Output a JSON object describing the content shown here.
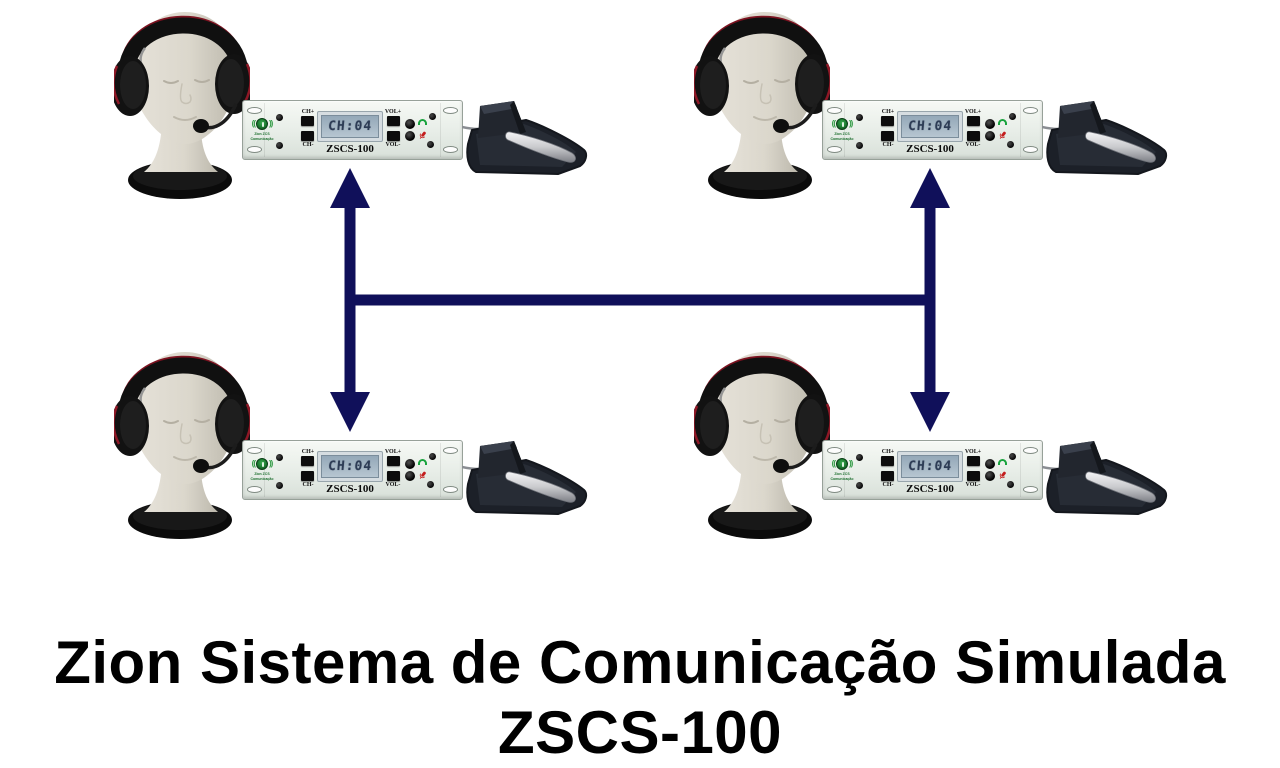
{
  "title": {
    "line1": "Zion Sistema de Comunicação Simulada",
    "line2": "ZSCS-100"
  },
  "device": {
    "model_label": "ZSCS-100",
    "display_value": "CH:04",
    "ch_up_label": "CH+",
    "ch_down_label": "CH-",
    "vol_up_label": "VOL+",
    "vol_down_label": "VOL-",
    "logo_line1": "Zion ZCS",
    "logo_line2": "Comunicação"
  },
  "stations": [
    {
      "id": "station-top-left"
    },
    {
      "id": "station-top-right"
    },
    {
      "id": "station-bottom-left"
    },
    {
      "id": "station-bottom-right"
    }
  ],
  "connections": {
    "description": "bus topology: horizontal bus with double-headed arrows to each pair of stations",
    "arrow_count": 2
  },
  "icons": {
    "headphone_jack_icon": "green headphone arc",
    "mic_jack_icon": "red microphone capsule",
    "logo_icon": "green circle with sound waves"
  },
  "colors": {
    "arrow": "#10105a",
    "panel": "#eaefe9",
    "lcd_bg": "#a9bcc9",
    "lcd_text": "#2d3c55",
    "logo_green": "#1e7c31",
    "headphone_icon": "#17a33c",
    "mic_icon": "#c41d1d",
    "title_text": "#000000",
    "background": "#ffffff"
  }
}
